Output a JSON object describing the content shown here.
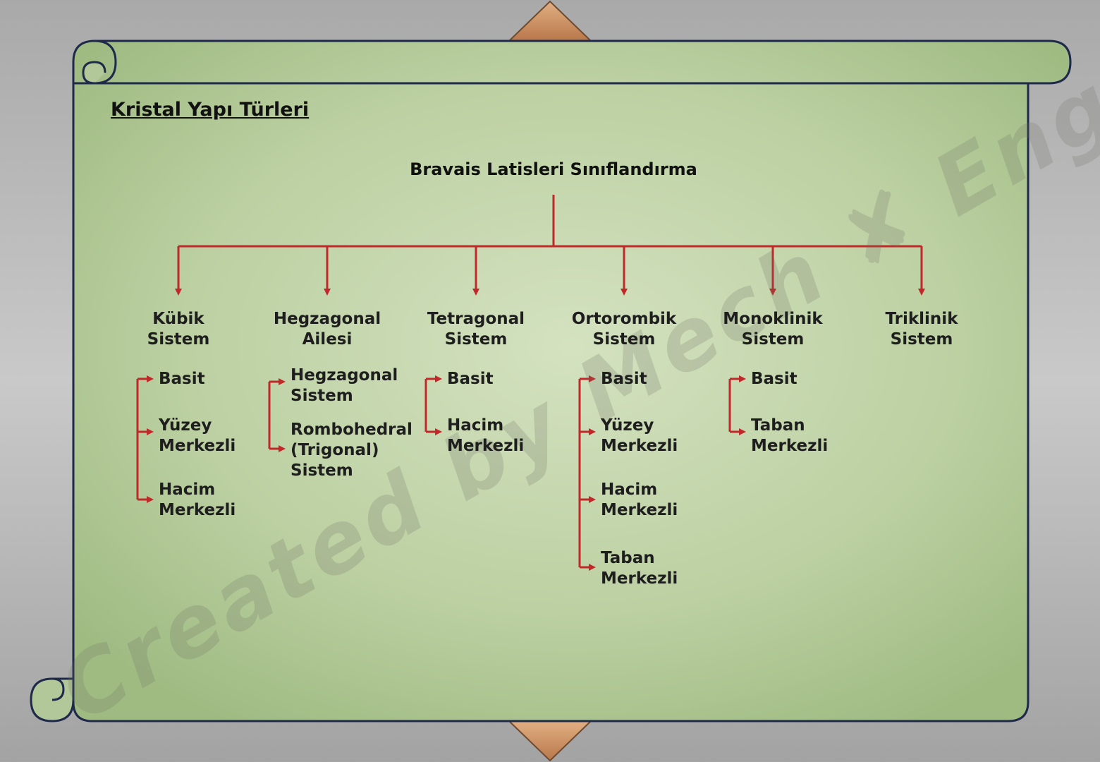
{
  "slide": {
    "title": "Kristal Yapı Türleri",
    "watermark": "Created by Mech ✘ Eng ✘ Caglar"
  },
  "diagram": {
    "root": "Bravais Latisleri Sınıflandırma",
    "categories": [
      {
        "label": "Kübik\nSistem",
        "subtypes": [
          "Basit",
          "Yüzey\nMerkezli",
          "Hacim\nMerkezli"
        ]
      },
      {
        "label": "Hegzagonal\nAilesi",
        "subtypes": [
          "Hegzagonal\nSistem",
          "Rombohedral\n(Trigonal)\nSistem"
        ]
      },
      {
        "label": "Tetragonal\nSistem",
        "subtypes": [
          "Basit",
          "Hacim\nMerkezli"
        ]
      },
      {
        "label": "Ortorombik\nSistem",
        "subtypes": [
          "Basit",
          "Yüzey\nMerkezli",
          "Hacim\nMerkezli",
          "Taban\nMerkezli"
        ]
      },
      {
        "label": "Monoklinik\nSistem",
        "subtypes": [
          "Basit",
          "Taban\nMerkezli"
        ]
      },
      {
        "label": "Triklinik\nSistem",
        "subtypes": []
      }
    ]
  },
  "colors": {
    "scroll_fill": "#c2d4a8",
    "scroll_border": "#1f2a4a",
    "connector": "#c0282a",
    "text": "#1e1e1e",
    "accent_triangle": "#d49a68"
  }
}
